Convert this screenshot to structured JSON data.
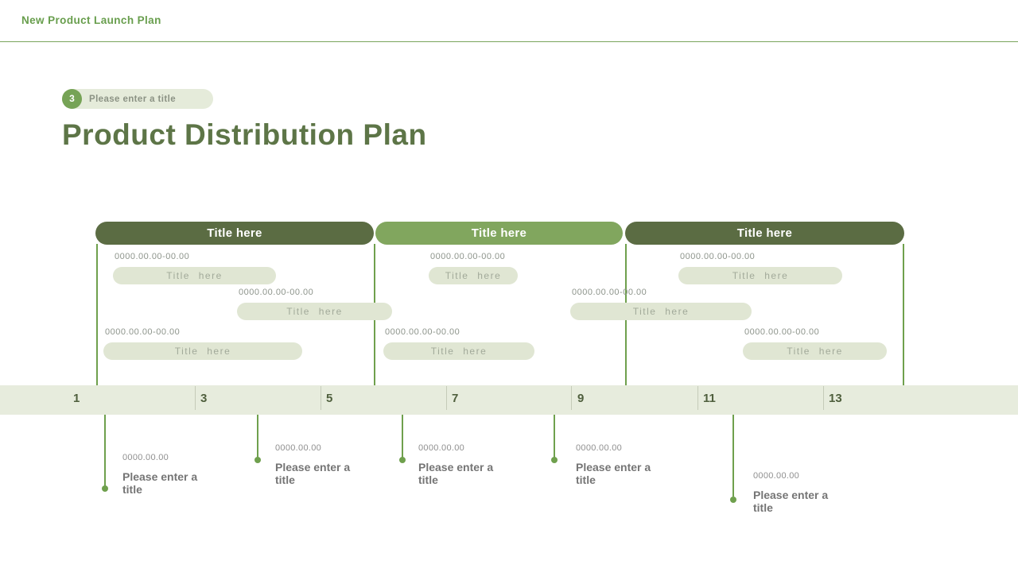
{
  "colors": {
    "accent_green": "#6fa04d",
    "bar_dark": "#5b6c43",
    "bar_light": "#81a65e",
    "pill_bg": "#e0e6d3",
    "band_bg": "#e7ecdd",
    "header_green": "#689e4d",
    "title_green": "#5d7547"
  },
  "header": {
    "title": "New Product Launch Plan"
  },
  "slide": {
    "badge_number": "3",
    "badge_label": "Please enter a title",
    "title": "Product Distribution Plan"
  },
  "groups": [
    {
      "header": "Title here",
      "entries": [
        {
          "date": "0000.00.00-00.00",
          "label": "Title here"
        },
        {
          "date": "0000.00.00-00.00",
          "label": "Title here"
        },
        {
          "date": "0000.00.00-00.00",
          "label": "Title here"
        }
      ]
    },
    {
      "header": "Title here",
      "entries": [
        {
          "date": "0000.00.00-00.00",
          "label": "Title here"
        },
        {
          "date": "0000.00.00-00.00",
          "label": "Title here"
        },
        {
          "date": "0000.00.00-00.00",
          "label": "Title here"
        }
      ]
    },
    {
      "header": "Title here",
      "entries": [
        {
          "date": "0000.00.00-00.00",
          "label": "Title here"
        },
        {
          "date": "0000.00.00-00.00",
          "label": "Title here"
        }
      ]
    }
  ],
  "timeline": {
    "labels": [
      "1",
      "3",
      "5",
      "7",
      "9",
      "11",
      "13"
    ]
  },
  "milestones": [
    {
      "date": "0000.00.00",
      "label": "Please enter a title"
    },
    {
      "date": "0000.00.00",
      "label": "Please enter a title"
    },
    {
      "date": "0000.00.00",
      "label": "Please enter a title"
    },
    {
      "date": "0000.00.00",
      "label": "Please enter a title"
    },
    {
      "date": "0000.00.00",
      "label": "Please enter a title"
    }
  ]
}
